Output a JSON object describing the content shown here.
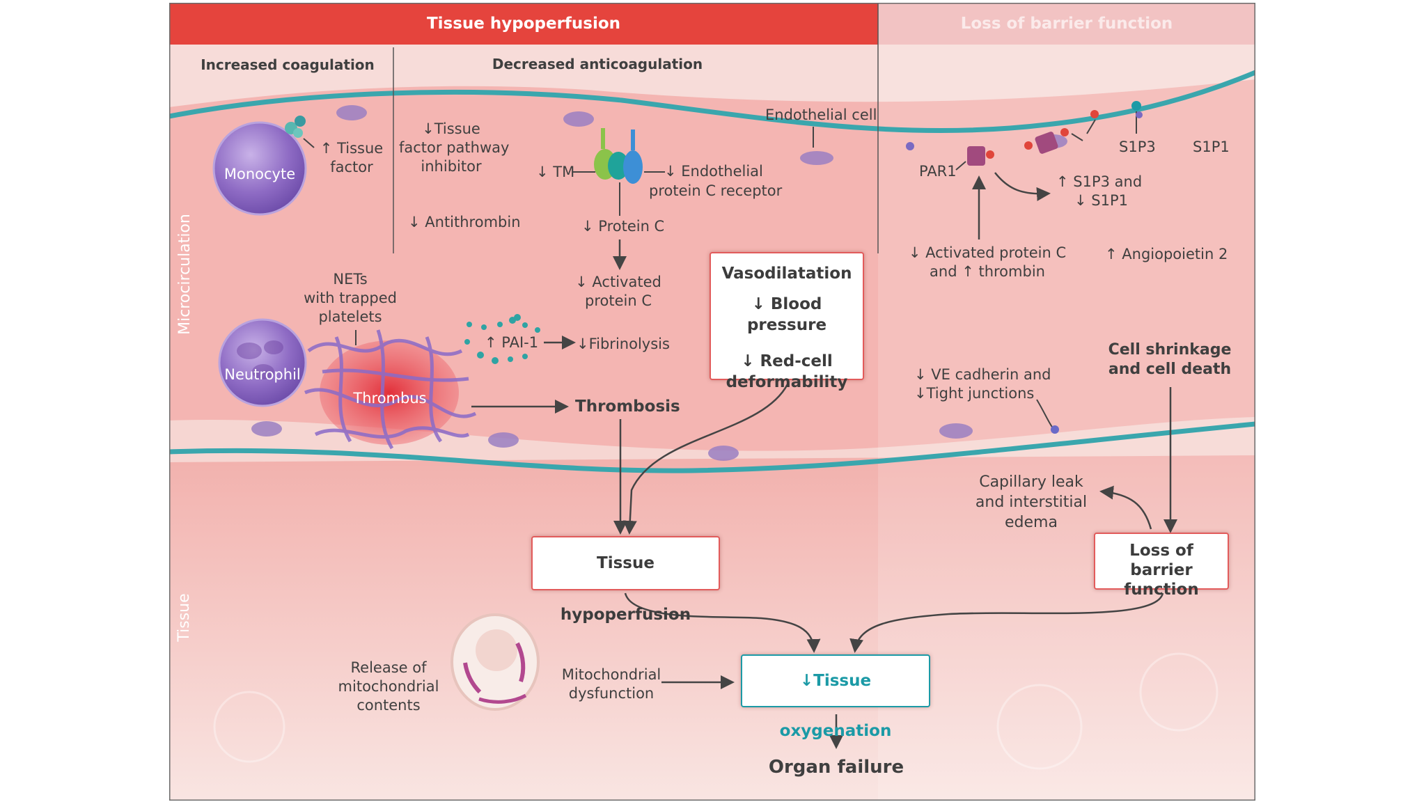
{
  "headers": {
    "left": "Tissue hypoperfusion",
    "right": "Loss of barrier function"
  },
  "subheaders": {
    "coag": "Increased coagulation",
    "anticoag": "Decreased anticoagulation"
  },
  "side_labels": {
    "microcirculation": "Microcirculation",
    "tissue": "Tissue"
  },
  "cells": {
    "monocyte": "Monocyte",
    "neutrophil": "Neutrophil",
    "thrombus": "Thrombus"
  },
  "labels": {
    "tissue_factor": [
      "↑ Tissue",
      "factor"
    ],
    "nets": [
      "NETs",
      "with trapped",
      "platelets"
    ],
    "tfpi": [
      "↓Tissue",
      "factor pathway",
      "inhibitor"
    ],
    "antithrombin": "↓ Antithrombin",
    "tm": "↓ TM",
    "epcr": [
      "↓ Endothelial",
      "protein C receptor"
    ],
    "endothelial_cell": "Endothelial cell",
    "protein_c": "↓ Protein C",
    "activated_protein_c": [
      "↓ Activated",
      "protein C"
    ],
    "pai1": "↑ PAI-1",
    "fibrinolysis": "↓Fibrinolysis",
    "thrombosis": "Thrombosis",
    "par1": "PAR1",
    "s1p3": "S1P3",
    "s1p1": "S1P1",
    "s1p3_s1p1": [
      "↑ S1P3 and",
      "↓ S1P1"
    ],
    "apc_thrombin": [
      "↓ Activated protein C",
      "and ↑ thrombin"
    ],
    "angiopoietin": "↑ Angiopoietin 2",
    "ve_cadherin": [
      "↓ VE cadherin and",
      "↓Tight junctions"
    ],
    "cell_shrinkage": [
      "Cell shrinkage",
      "and cell death"
    ],
    "capillary_leak": [
      "Capillary leak",
      "and interstitial",
      "edema"
    ],
    "release_mito": [
      "Release of",
      "mitochondrial",
      "contents"
    ],
    "mito_dysfunction": [
      "Mitochondrial",
      "dysfunction"
    ],
    "organ_failure": "Organ failure"
  },
  "boxes": {
    "vaso": [
      "Vasodilatation",
      "↓ Blood pressure",
      "↓ Red-cell",
      "deformability"
    ],
    "hypoperfusion": "Tissue hypoperfusion",
    "loss_barrier": [
      "Loss of",
      "barrier function"
    ],
    "oxygenation": "↓Tissue oxygenation"
  },
  "colors": {
    "header_red": "#e5443d",
    "header_pink": "#f2c3c3",
    "box_border": "#e25b5b",
    "oxygenation_teal": "#1b9aa6",
    "vessel_teal": "#3aa6ad",
    "pink_bg": "#f3a8a8",
    "tissue_bg": "#f8dcd8"
  }
}
